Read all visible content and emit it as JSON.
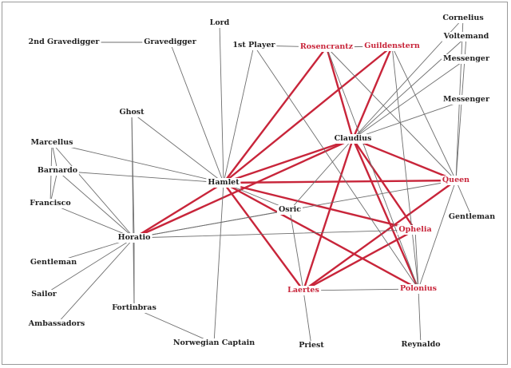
{
  "colors": {
    "red": "#c8253a",
    "gray": "#6e6e6e"
  },
  "nodes": [
    {
      "id": "hamlet",
      "label": "Hamlet",
      "color": "black"
    },
    {
      "id": "claudius",
      "label": "Claudius",
      "color": "black"
    },
    {
      "id": "queen",
      "label": "Queen",
      "color": "red"
    },
    {
      "id": "horatio",
      "label": "Horatio",
      "color": "black"
    },
    {
      "id": "laertes",
      "label": "Laertes",
      "color": "red"
    },
    {
      "id": "polonius",
      "label": "Polonius",
      "color": "red"
    },
    {
      "id": "ophelia",
      "label": "Ophelia",
      "color": "red"
    },
    {
      "id": "rosencrantz",
      "label": "Rosencrantz",
      "color": "red"
    },
    {
      "id": "guildenstern",
      "label": "Guildenstern",
      "color": "red"
    },
    {
      "id": "osric",
      "label": "Osric",
      "color": "black"
    },
    {
      "id": "ghost",
      "label": "Ghost",
      "color": "black"
    },
    {
      "id": "lord",
      "label": "Lord",
      "color": "black"
    },
    {
      "id": "gravedigger",
      "label": "Gravedigger",
      "color": "black"
    },
    {
      "id": "gravedigger2",
      "label": "2nd Gravedigger",
      "color": "black"
    },
    {
      "id": "player1",
      "label": "1st Player",
      "color": "black"
    },
    {
      "id": "cornelius",
      "label": "Cornelius",
      "color": "black"
    },
    {
      "id": "voltemand",
      "label": "Voltemand",
      "color": "black"
    },
    {
      "id": "messenger1",
      "label": "Messenger",
      "color": "black"
    },
    {
      "id": "messenger2",
      "label": "Messenger",
      "color": "black"
    },
    {
      "id": "marcellus",
      "label": "Marcellus",
      "color": "black"
    },
    {
      "id": "barnardo",
      "label": "Barnardo",
      "color": "black"
    },
    {
      "id": "francisco",
      "label": "Francisco",
      "color": "black"
    },
    {
      "id": "gentleman1",
      "label": "Gentleman",
      "color": "black"
    },
    {
      "id": "gentleman2",
      "label": "Gentleman",
      "color": "black"
    },
    {
      "id": "sailor",
      "label": "Sailor",
      "color": "black"
    },
    {
      "id": "ambassadors",
      "label": "Ambassadors",
      "color": "black"
    },
    {
      "id": "fortinbras",
      "label": "Fortinbras",
      "color": "black"
    },
    {
      "id": "captain",
      "label": "Norwegian Captain",
      "color": "black"
    },
    {
      "id": "priest",
      "label": "Priest",
      "color": "black"
    },
    {
      "id": "reynaldo",
      "label": "Reynaldo",
      "color": "black"
    }
  ],
  "edges": [
    {
      "from": "hamlet",
      "to": "claudius",
      "strong": true
    },
    {
      "from": "hamlet",
      "to": "queen",
      "strong": true
    },
    {
      "from": "hamlet",
      "to": "horatio",
      "strong": true
    },
    {
      "from": "hamlet",
      "to": "laertes",
      "strong": true
    },
    {
      "from": "hamlet",
      "to": "polonius",
      "strong": true
    },
    {
      "from": "hamlet",
      "to": "ophelia",
      "strong": true
    },
    {
      "from": "hamlet",
      "to": "rosencrantz",
      "strong": true
    },
    {
      "from": "hamlet",
      "to": "guildenstern",
      "strong": true
    },
    {
      "from": "claudius",
      "to": "queen",
      "strong": true
    },
    {
      "from": "claudius",
      "to": "laertes",
      "strong": true
    },
    {
      "from": "claudius",
      "to": "polonius",
      "strong": true
    },
    {
      "from": "claudius",
      "to": "ophelia",
      "strong": true
    },
    {
      "from": "claudius",
      "to": "rosencrantz",
      "strong": true
    },
    {
      "from": "claudius",
      "to": "guildenstern",
      "strong": true
    },
    {
      "from": "claudius",
      "to": "horatio",
      "strong": true
    },
    {
      "from": "laertes",
      "to": "queen",
      "strong": true
    },
    {
      "from": "laertes",
      "to": "ophelia",
      "strong": true
    },
    {
      "from": "rosencrantz",
      "to": "guildenstern",
      "strong": false
    },
    {
      "from": "hamlet",
      "to": "ghost",
      "strong": false
    },
    {
      "from": "hamlet",
      "to": "lord",
      "strong": false
    },
    {
      "from": "hamlet",
      "to": "gravedigger",
      "strong": false
    },
    {
      "from": "hamlet",
      "to": "player1",
      "strong": false
    },
    {
      "from": "hamlet",
      "to": "marcellus",
      "strong": false
    },
    {
      "from": "hamlet",
      "to": "barnardo",
      "strong": false
    },
    {
      "from": "hamlet",
      "to": "osric",
      "strong": false
    },
    {
      "from": "hamlet",
      "to": "captain",
      "strong": false
    },
    {
      "from": "gravedigger",
      "to": "gravedigger2",
      "strong": false
    },
    {
      "from": "player1",
      "to": "rosencrantz",
      "strong": false
    },
    {
      "from": "player1",
      "to": "polonius",
      "strong": false
    },
    {
      "from": "claudius",
      "to": "cornelius",
      "strong": false
    },
    {
      "from": "claudius",
      "to": "voltemand",
      "strong": false
    },
    {
      "from": "claudius",
      "to": "messenger1",
      "strong": false
    },
    {
      "from": "claudius",
      "to": "messenger2",
      "strong": false
    },
    {
      "from": "claudius",
      "to": "osric",
      "strong": false
    },
    {
      "from": "queen",
      "to": "cornelius",
      "strong": false
    },
    {
      "from": "queen",
      "to": "voltemand",
      "strong": false
    },
    {
      "from": "queen",
      "to": "gentleman2",
      "strong": false
    },
    {
      "from": "queen",
      "to": "polonius",
      "strong": false
    },
    {
      "from": "queen",
      "to": "horatio",
      "strong": false
    },
    {
      "from": "queen",
      "to": "rosencrantz",
      "strong": false
    },
    {
      "from": "queen",
      "to": "guildenstern",
      "strong": false
    },
    {
      "from": "ophelia",
      "to": "horatio",
      "strong": false
    },
    {
      "from": "ophelia",
      "to": "polonius",
      "strong": false
    },
    {
      "from": "laertes",
      "to": "polonius",
      "strong": false
    },
    {
      "from": "laertes",
      "to": "osric",
      "strong": false
    },
    {
      "from": "laertes",
      "to": "priest",
      "strong": false
    },
    {
      "from": "polonius",
      "to": "reynaldo",
      "strong": false
    },
    {
      "from": "polonius",
      "to": "rosencrantz",
      "strong": false
    },
    {
      "from": "polonius",
      "to": "guildenstern",
      "strong": false
    },
    {
      "from": "horatio",
      "to": "ghost",
      "strong": false
    },
    {
      "from": "horatio",
      "to": "marcellus",
      "strong": false
    },
    {
      "from": "horatio",
      "to": "barnardo",
      "strong": false
    },
    {
      "from": "horatio",
      "to": "francisco",
      "strong": false
    },
    {
      "from": "horatio",
      "to": "gentleman1",
      "strong": false
    },
    {
      "from": "horatio",
      "to": "sailor",
      "strong": false
    },
    {
      "from": "horatio",
      "to": "ambassadors",
      "strong": false
    },
    {
      "from": "horatio",
      "to": "fortinbras",
      "strong": false
    },
    {
      "from": "horatio",
      "to": "osric",
      "strong": false
    },
    {
      "from": "marcellus",
      "to": "barnardo",
      "strong": false
    },
    {
      "from": "marcellus",
      "to": "francisco",
      "strong": false
    },
    {
      "from": "barnardo",
      "to": "francisco",
      "strong": false
    },
    {
      "from": "ghost",
      "to": "fortinbras",
      "strong": false
    },
    {
      "from": "fortinbras",
      "to": "captain",
      "strong": false
    }
  ]
}
